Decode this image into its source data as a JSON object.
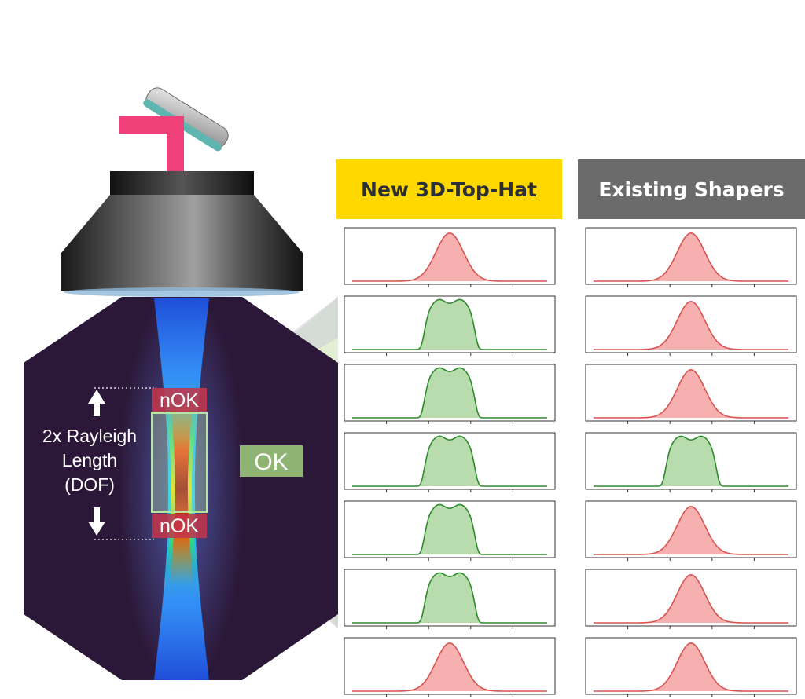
{
  "headers": {
    "new": "New 3D-Top-Hat",
    "old": "Existing Shapers"
  },
  "labels": {
    "rayleigh_line1": "2x Rayleigh",
    "rayleigh_line2": "Length",
    "rayleigh_line3": "(DOF)",
    "nok_top": "nOK",
    "nok_bottom": "nOK",
    "ok": "OK"
  },
  "colors": {
    "header_new_bg": "#ffd800",
    "header_old_bg": "#6b6b6b",
    "ok_fill": "#a8cf84",
    "nok_fill": "#c0354a",
    "bad_profile": "#d9534f",
    "good_profile": "#2e8b2e",
    "chamber": "#2b1838"
  },
  "chart_data": {
    "type": "area",
    "rows": 7,
    "columns": [
      {
        "header": "New 3D-Top-Hat",
        "profiles": [
          {
            "shape": "gaussian",
            "status": "nOK"
          },
          {
            "shape": "top-hat",
            "status": "OK"
          },
          {
            "shape": "top-hat",
            "status": "OK"
          },
          {
            "shape": "top-hat",
            "status": "OK"
          },
          {
            "shape": "top-hat",
            "status": "OK"
          },
          {
            "shape": "top-hat",
            "status": "OK"
          },
          {
            "shape": "gaussian",
            "status": "nOK"
          }
        ]
      },
      {
        "header": "Existing Shapers",
        "profiles": [
          {
            "shape": "gaussian",
            "status": "nOK"
          },
          {
            "shape": "gaussian",
            "status": "nOK"
          },
          {
            "shape": "gaussian",
            "status": "nOK"
          },
          {
            "shape": "top-hat",
            "status": "OK"
          },
          {
            "shape": "gaussian",
            "status": "nOK"
          },
          {
            "shape": "gaussian",
            "status": "nOK"
          },
          {
            "shape": "gaussian",
            "status": "nOK"
          }
        ]
      }
    ]
  }
}
